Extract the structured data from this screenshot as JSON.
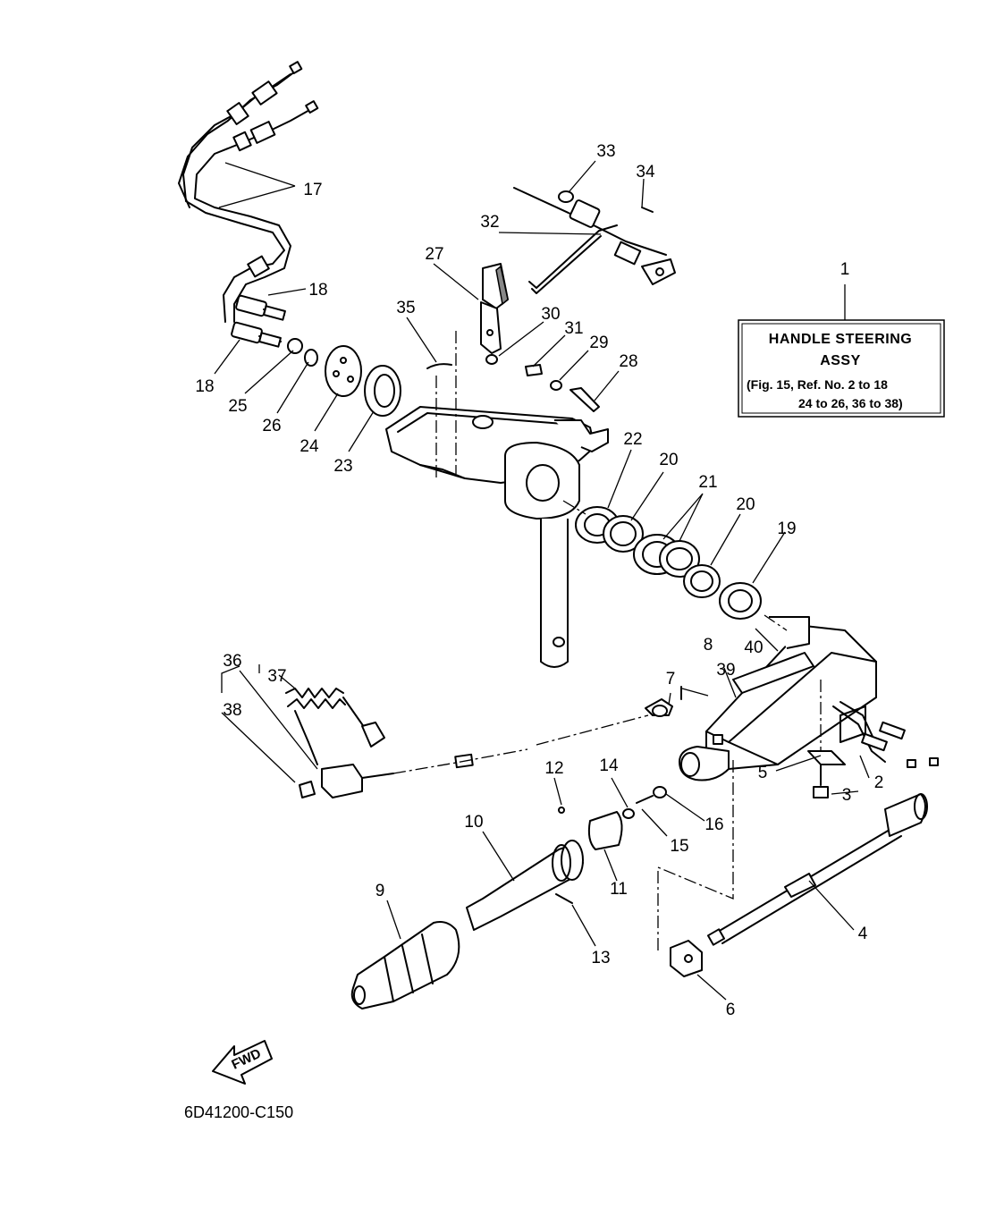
{
  "note_box": {
    "line1": "HANDLE STEERING",
    "line2": "ASSY",
    "line3": "(Fig. 15, Ref. No. 2 to 18",
    "line4": "24 to 26, 36 to 38)"
  },
  "fwd_label": "FWD",
  "figure_code": "6D41200-C150",
  "callouts": {
    "c1": "1",
    "c2": "2",
    "c3": "3",
    "c4": "4",
    "c5": "5",
    "c6": "6",
    "c7": "7",
    "c8": "8",
    "c9": "9",
    "c10": "10",
    "c11": "11",
    "c12": "12",
    "c13": "13",
    "c14": "14",
    "c15": "15",
    "c16": "16",
    "c17": "17",
    "c18a": "18",
    "c18b": "18",
    "c19": "19",
    "c20a": "20",
    "c20b": "20",
    "c21": "21",
    "c22": "22",
    "c23": "23",
    "c24": "24",
    "c25": "25",
    "c26": "26",
    "c27": "27",
    "c28": "28",
    "c29": "29",
    "c30": "30",
    "c31": "31",
    "c32": "32",
    "c33": "33",
    "c34": "34",
    "c35": "35",
    "c36": "36",
    "c37": "37",
    "c38": "38",
    "c39": "39",
    "c40": "40"
  }
}
